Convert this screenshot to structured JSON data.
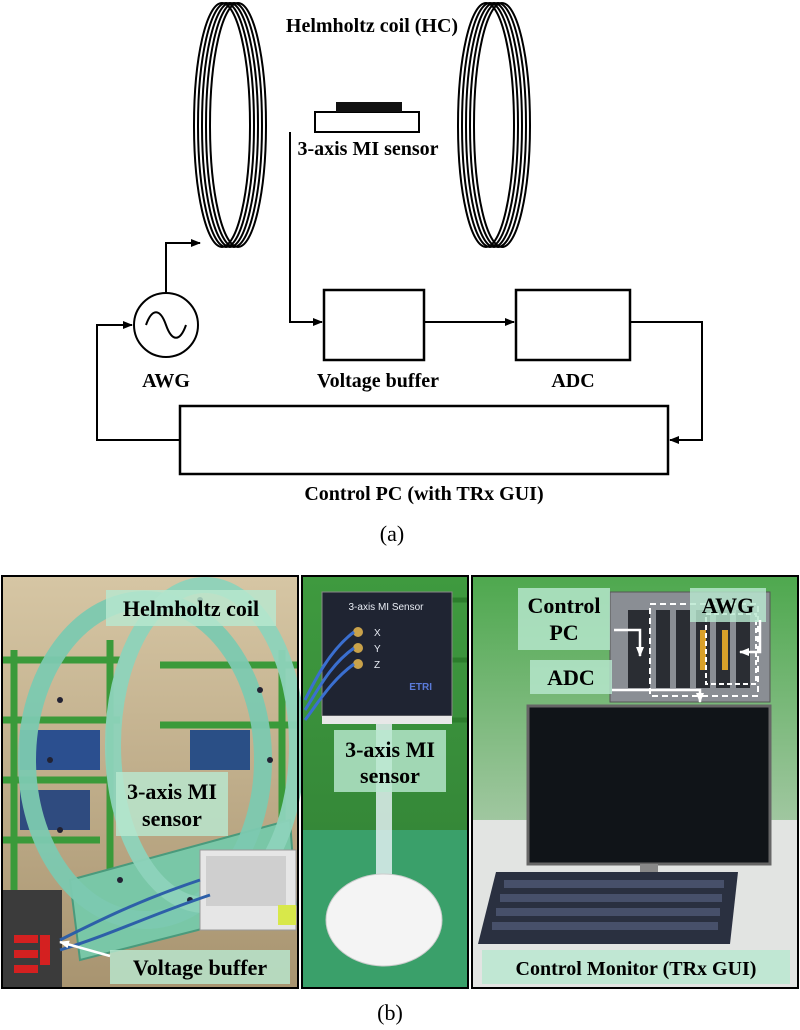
{
  "diagram_a": {
    "helmholtz_label": "Helmholtz coil (HC)",
    "sensor_label": "3-axis MI sensor",
    "awg_label": "AWG",
    "buffer_label": "Voltage buffer",
    "adc_label": "ADC",
    "pc_label": "Control PC (with TRx GUI)",
    "caption": "(a)"
  },
  "photos_b": {
    "left": {
      "helmholtz_label": "Helmholtz coil",
      "sensor_label_line1": "3-axis MI",
      "sensor_label_line2": "sensor",
      "buffer_label": "Voltage buffer"
    },
    "middle": {
      "device_title": "3-axis MI Sensor",
      "axis_x": "X",
      "axis_y": "Y",
      "axis_z": "Z",
      "logo": "ETRI",
      "sensor_label_line1": "3-axis MI",
      "sensor_label_line2": "sensor"
    },
    "right": {
      "pc_label_line1": "Control",
      "pc_label_line2": "PC",
      "awg_label": "AWG",
      "adc_label": "ADC",
      "monitor_label": "Control Monitor (TRx GUI)"
    },
    "caption": "(b)"
  },
  "colors": {
    "label_box": "#b8e8d0",
    "shelf_green": "#3a9a3a",
    "coil_ring": "#7cc9b0"
  }
}
